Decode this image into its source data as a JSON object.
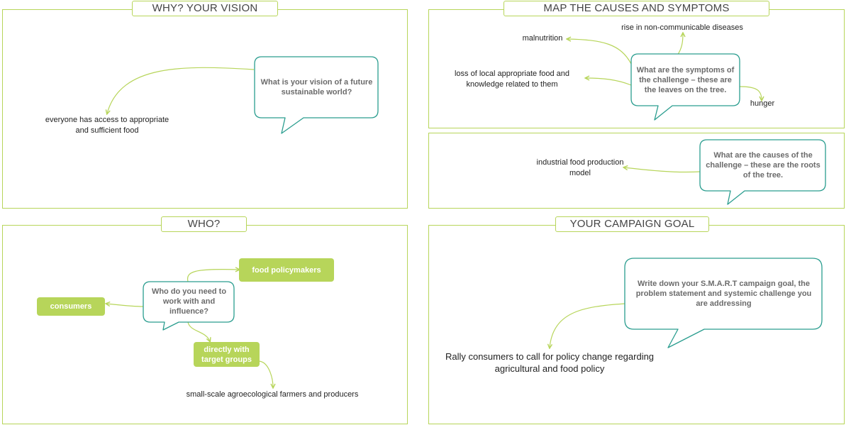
{
  "colors": {
    "accent": "#b7d55a",
    "bubble_border": "#2a9d8f",
    "question_text": "#6b6b6b"
  },
  "vision": {
    "title": "WHY? YOUR VISION",
    "question": [
      "What is your vision of a future",
      "sustainable world?"
    ],
    "answer": [
      "everyone has access to appropriate",
      "and sufficient food"
    ]
  },
  "symptoms": {
    "title": "MAP THE CAUSES AND SYMPTOMS",
    "question": [
      "What are the symptoms of",
      "the challenge – these are",
      "the leaves on the tree."
    ],
    "leaves": {
      "malnutrition": "malnutrition",
      "ncd": "rise in non-communicable diseases",
      "local_food": [
        "loss of local appropriate food and",
        "knowledge related to them"
      ],
      "hunger": "hunger"
    }
  },
  "causes": {
    "question": [
      "What are the causes of the",
      "challenge – these are the roots",
      "of the tree."
    ],
    "root": [
      "industrial food production",
      "model"
    ]
  },
  "who": {
    "title": "WHO?",
    "question": [
      "Who do you need to",
      "work with and",
      "influence?"
    ],
    "policymakers": "food policymakers",
    "consumers": "consumers",
    "direct": [
      "directly with",
      "target groups"
    ],
    "farmers": "small-scale agroecological farmers and producers"
  },
  "goal": {
    "title": "YOUR CAMPAIGN GOAL",
    "question": [
      "Write down your S.M.A.R.T campaign goal, the",
      "problem statement and systemic challenge you",
      "are addressing"
    ],
    "answer": [
      "Rally consumers to call for policy change regarding",
      "agricultural and food policy"
    ]
  }
}
